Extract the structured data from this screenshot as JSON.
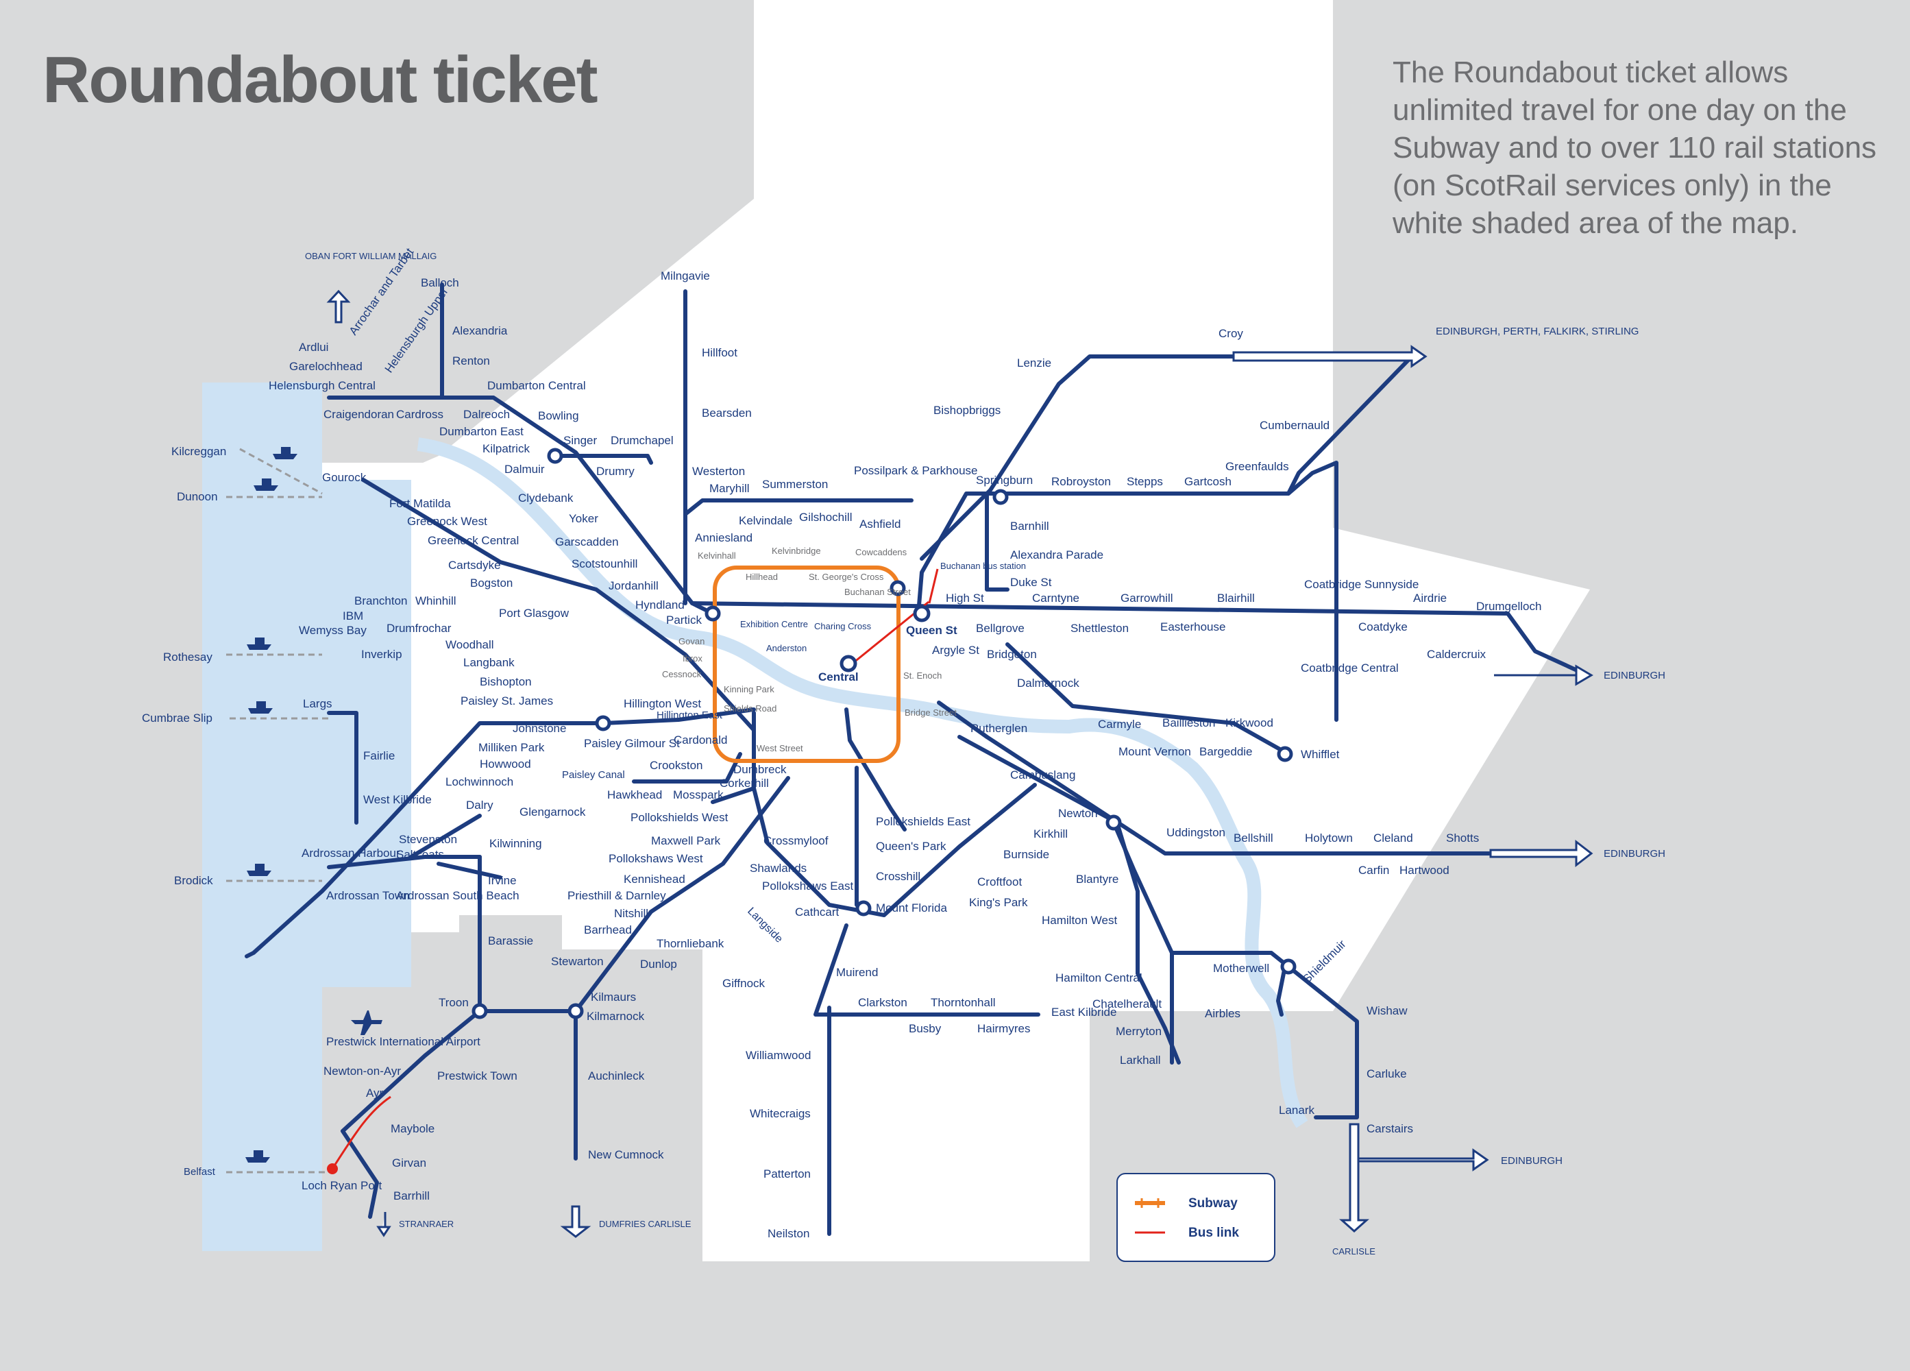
{
  "title": "Roundabout ticket",
  "intro": "The Roundabout ticket allows unlimited travel for one day on the Subway and to over 110 rail stations (on ScotRail services only) in the white shaded area of the map.",
  "legend": {
    "subway": "Subway",
    "bus_link": "Bus link"
  },
  "colors": {
    "rail": "#1d3c7f",
    "subway": "#ef7f22",
    "bus_link": "#e2231a",
    "water": "#cde2f4",
    "zone": "#ffffff",
    "outside": "#d9dadb",
    "title": "#5f6062"
  },
  "stations": [
    "Balloch",
    "Alexandria",
    "Renton",
    "Dumbarton Central",
    "Dalreoch",
    "Dumbarton East",
    "Cardross",
    "Craigendoran",
    "Helensburgh Central",
    "Garelochhead",
    "Ardlui",
    "Arrochar and Tarbet",
    "Helensburgh Upper",
    "Bowling",
    "Kilpatrick",
    "Dalmuir",
    "Singer",
    "Drumchapel",
    "Drumry",
    "Clydebank",
    "Yoker",
    "Garscadden",
    "Scotstounhill",
    "Jordanhill",
    "Hyndland",
    "Partick",
    "Milngavie",
    "Hillfoot",
    "Bearsden",
    "Westerton",
    "Maryhill",
    "Summerston",
    "Possilpark & Parkhouse",
    "Kelvindale",
    "Gilshochill",
    "Ashfield",
    "Anniesland",
    "Lenzie",
    "Croy",
    "Bishopbriggs",
    "Cumbernauld",
    "Springburn",
    "Robroyston",
    "Stepps",
    "Gartcosh",
    "Greenfaulds",
    "Barnhill",
    "Alexandra Parade",
    "Duke St",
    "High St",
    "Carntyne",
    "Garrowhill",
    "Blairhill",
    "Coatbridge Sunnyside",
    "Airdrie",
    "Drumgelloch",
    "Bellgrove",
    "Shettleston",
    "Easterhouse",
    "Coatdyke",
    "Caldercruix",
    "Coatbridge Central",
    "Queen St",
    "Buchanan bus station",
    "Argyle St",
    "Bridgeton",
    "Dalmarnock",
    "Central",
    "Exhibition Centre",
    "Anderston",
    "Charing Cross",
    "Rutherglen",
    "Carmyle",
    "Baillieston",
    "Kirkwood",
    "Mount Vernon",
    "Bargeddie",
    "Whifflet",
    "Gourock",
    "Fort Matilda",
    "Greenock West",
    "Greenock Central",
    "Cartsdyke",
    "Bogston",
    "Port Glasgow",
    "Whinhill",
    "Branchton",
    "IBM",
    "Drumfrochar",
    "Woodhall",
    "Wemyss Bay",
    "Inverkip",
    "Langbank",
    "Bishopton",
    "Paisley St. James",
    "Johnstone",
    "Hillington West",
    "Hillington East",
    "Cardonald",
    "Paisley Gilmour St",
    "Milliken Park",
    "Howwood",
    "Lochwinnoch",
    "Paisley Canal",
    "Crookston",
    "Hawkhead",
    "Mosspark",
    "Dumbreck",
    "Corkerhill",
    "Largs",
    "Fairlie",
    "West Kilbride",
    "Dalry",
    "Glengarnock",
    "Kilwinning",
    "Stevenston",
    "Saltcoats",
    "Ardrossan Harbour",
    "Ardrossan Town",
    "Ardrossan South Beach",
    "Irvine",
    "Barassie",
    "Troon",
    "Prestwick International Airport",
    "Prestwick Town",
    "Newton-on-Ayr",
    "Ayr",
    "Maybole",
    "Girvan",
    "Barrhill",
    "Loch Ryan Port",
    "Kilmaurs",
    "Kilmarnock",
    "Stewarton",
    "Dunlop",
    "Auchinleck",
    "New Cumnock",
    "Pollokshields West",
    "Maxwell Park",
    "Pollokshaws West",
    "Kennishead",
    "Priesthill & Darnley",
    "Nitshill",
    "Barrhead",
    "Thornliebank",
    "Giffnock",
    "Crossmyloof",
    "Shawlands",
    "Pollokshaws East",
    "Langside",
    "Cathcart",
    "Pollokshields East",
    "Queen's Park",
    "Crosshill",
    "Mount Florida",
    "Muirend",
    "Williamwood",
    "Whitecraigs",
    "Patterton",
    "Neilston",
    "Clarkston",
    "Busby",
    "Thorntonhall",
    "Hairmyres",
    "East Kilbride",
    "Cambuslang",
    "Newton",
    "Kirkhill",
    "Burnside",
    "Croftfoot",
    "King's Park",
    "Blantyre",
    "Hamilton West",
    "Hamilton Central",
    "Chatelherault",
    "Merryton",
    "Larkhall",
    "Airbles",
    "Motherwell",
    "Shieldmuir",
    "Wishaw",
    "Carluke",
    "Lanark",
    "Carstairs",
    "Uddingston",
    "Bellshill",
    "Holytown",
    "Carfin",
    "Cleland",
    "Hartwood",
    "Shotts"
  ],
  "subway_stations": [
    "Kelvinhall",
    "Hillhead",
    "Kelvinbridge",
    "St. George's Cross",
    "Cowcaddens",
    "Buchanan Street",
    "Govan",
    "Ibrox",
    "Cessnock",
    "Kinning Park",
    "Shields Road",
    "West Street",
    "St. Enoch",
    "Bridge Street"
  ],
  "ferry_ports": [
    "Kilcreggan",
    "Dunoon",
    "Rothesay",
    "Cumbrae Slip",
    "Brodick",
    "Belfast"
  ],
  "destinations": [
    "OBAN FORT WILLIAM MALLAIG",
    "EDINBURGH, PERTH, FALKIRK, STIRLING",
    "EDINBURGH",
    "EDINBURGH",
    "EDINBURGH",
    "STRANRAER",
    "DUMFRIES CARLISLE",
    "CARLISLE"
  ]
}
